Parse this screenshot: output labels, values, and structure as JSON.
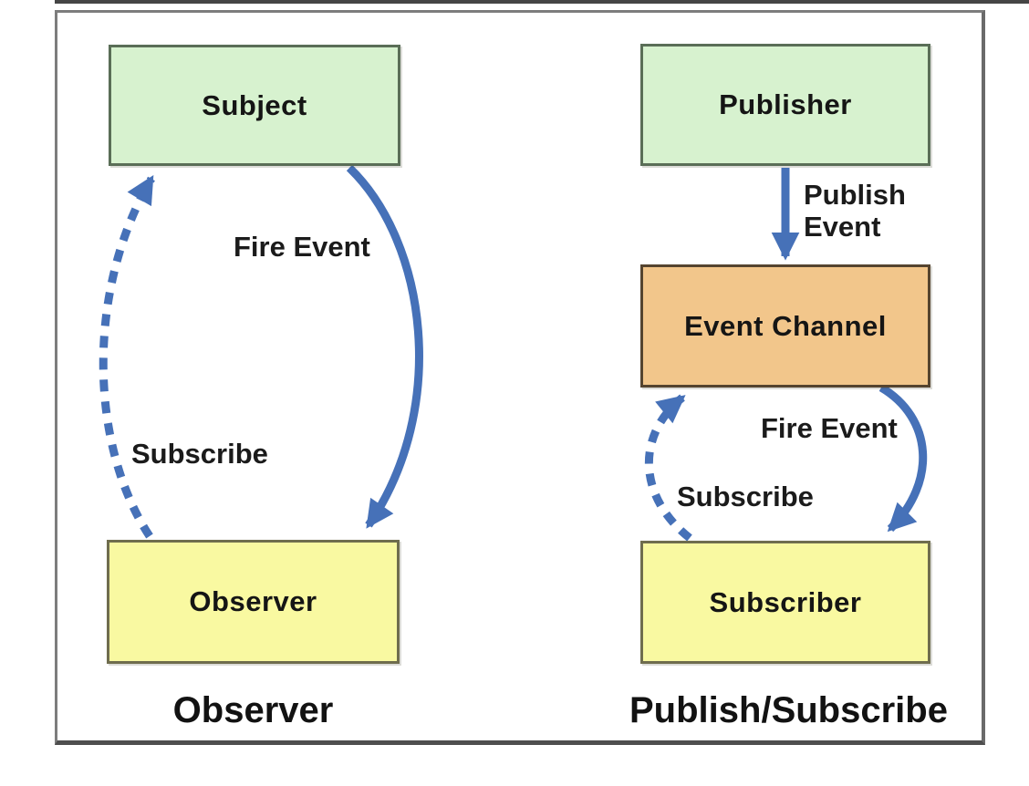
{
  "colors": {
    "arrow_blue": "#4671b8",
    "node_green": "#d7f2cf",
    "node_yellow": "#f9f9a1",
    "node_orange": "#f2c68b",
    "frame_gray": "#7d7d7d"
  },
  "left_pattern": {
    "caption": "Observer",
    "subject_label": "Subject",
    "observer_label": "Observer",
    "fire_event_label": "Fire Event",
    "subscribe_label": "Subscribe"
  },
  "right_pattern": {
    "caption": "Publish/Subscribe",
    "publisher_label": "Publisher",
    "event_channel_label": "Event Channel",
    "subscriber_label": "Subscriber",
    "publish_event_label": "Publish\nEvent",
    "fire_event_label": "Fire Event",
    "subscribe_label": "Subscribe"
  }
}
